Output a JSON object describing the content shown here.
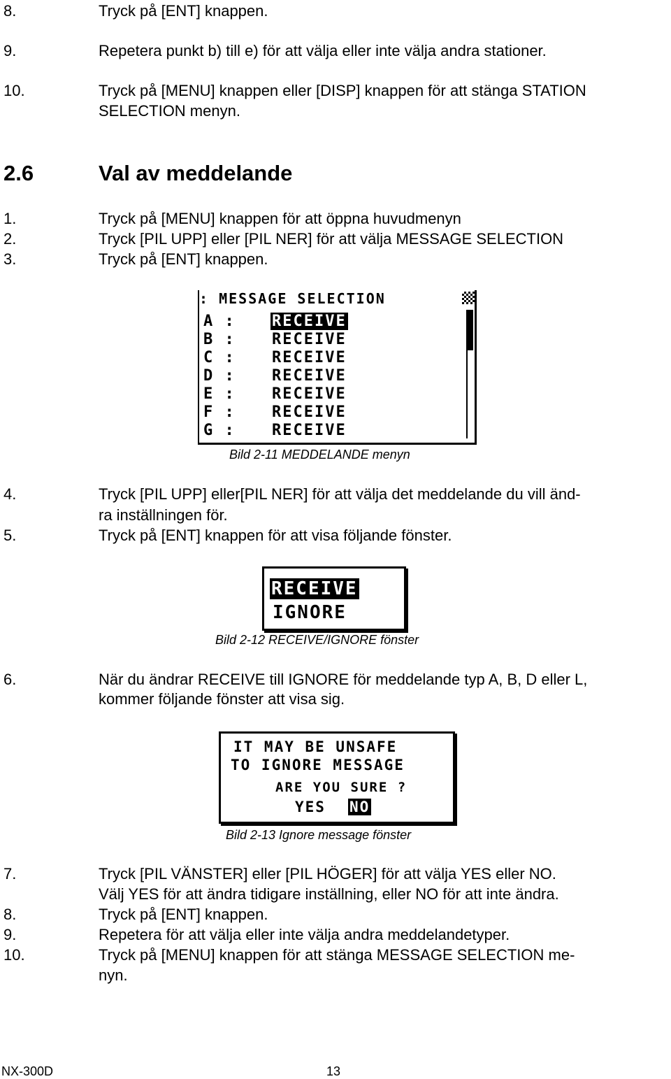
{
  "list_top": [
    {
      "num": "8.",
      "text": "Tryck på [ENT] knappen."
    },
    {
      "num": "9.",
      "text": "Repetera punkt b) till e) för att välja eller inte välja andra stationer."
    },
    {
      "num": "10.",
      "text": "Tryck på [MENU] knappen eller [DISP] knappen för att stänga STATION",
      "cont": "SELECTION menyn."
    }
  ],
  "section": {
    "number": "2.6",
    "title": "Val av meddelande"
  },
  "steps_a": [
    {
      "num": "1.",
      "text": "Tryck på [MENU] knappen för att öppna huvudmenyn"
    },
    {
      "num": "2.",
      "text": "Tryck [PIL UPP]  eller [PIL NER]  för att välja MESSAGE SELECTION"
    },
    {
      "num": "3.",
      "text": "Tryck på [ENT] knappen."
    }
  ],
  "screen1": {
    "title": ": MESSAGE SELECTION",
    "rows": [
      {
        "label": "A :",
        "value": "RECEIVE"
      },
      {
        "label": "B :",
        "value": "RECEIVE"
      },
      {
        "label": "C :",
        "value": "RECEIVE"
      },
      {
        "label": "D :",
        "value": "RECEIVE"
      },
      {
        "label": "E :",
        "value": "RECEIVE"
      },
      {
        "label": "F :",
        "value": "RECEIVE"
      },
      {
        "label": "G :",
        "value": "RECEIVE"
      }
    ],
    "caption": "Bild 2-11 MEDDELANDE menyn"
  },
  "steps_b": [
    {
      "num": "4.",
      "text": "Tryck [PIL UPP]  eller[PIL NER]  för att välja det meddelande du vill änd-",
      "cont": "ra inställningen för."
    },
    {
      "num": "5.",
      "text": "Tryck på [ENT] knappen för att visa följande fönster."
    }
  ],
  "screen2": {
    "option_selected": "RECEIVE",
    "option_other": "IGNORE",
    "caption": "Bild 2-12  RECEIVE/IGNORE fönster"
  },
  "steps_c": [
    {
      "num": "6.",
      "text": "När du ändrar RECEIVE till IGNORE för meddelande typ A, B, D eller L,",
      "cont": "kommer följande fönster att visa sig."
    }
  ],
  "screen3": {
    "line1": "IT MAY BE UNSAFE",
    "line2": "TO IGNORE MESSAGE",
    "line3": "ARE YOU SURE ?",
    "yes": "YES",
    "no": "NO",
    "caption": "Bild 2-13  Ignore message fönster"
  },
  "steps_d": [
    {
      "num": "7.",
      "text": "Tryck [PIL VÄNSTER]  eller [PIL HÖGER]  för att välja  YES  eller  NO.",
      "cont": "Välj YES för att ändra tidigare inställning, eller NO för att inte ändra."
    },
    {
      "num": "8.",
      "text": "Tryck på [ENT] knappen."
    },
    {
      "num": "9.",
      "text": "Repetera för att välja eller inte välja andra meddelandetyper."
    },
    {
      "num": "10.",
      "text": "Tryck på [MENU] knappen för att stänga MESSAGE SELECTION me-",
      "cont": "nyn."
    }
  ],
  "footer": {
    "model": "NX-300D",
    "page": "13"
  }
}
